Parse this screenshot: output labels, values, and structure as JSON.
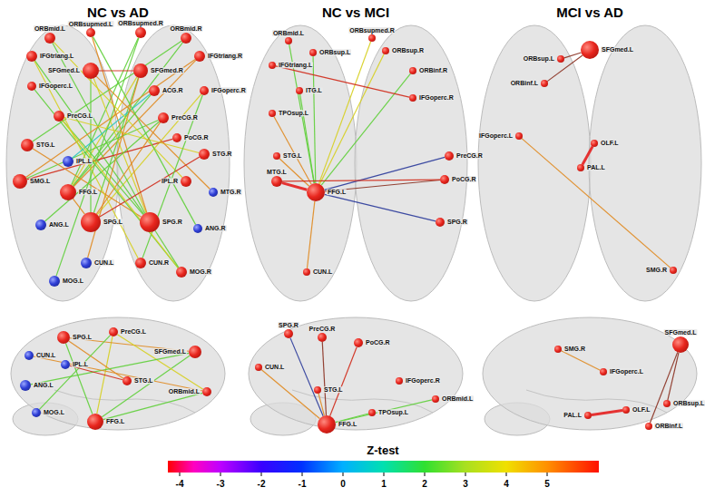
{
  "diagram": {
    "nodes": [
      {
        "text": [
          "ORBmid.L"
        ]
      },
      {
        "text": [
          "ORBsupmed.L"
        ]
      },
      {
        "text": [
          "ORBsupmed.R"
        ]
      },
      {
        "text": [
          "ORBmid.R"
        ]
      },
      {
        "text": [
          "IFGtriang.L"
        ]
      },
      {
        "text": [
          "SFGmed.L"
        ]
      },
      {
        "text": [
          "SFGmed.R"
        ]
      },
      {
        "text": [
          "IFGtriang.R"
        ]
      },
      {
        "text": [
          "IFGoperc.L"
        ]
      },
      {
        "text": [
          "ACG.R"
        ]
      },
      {
        "text": [
          "IFGoperc.R"
        ]
      },
      {
        "text": [
          "PreCG.L"
        ]
      },
      {
        "text": [
          "PreCG.R"
        ]
      },
      {
        "text": [
          "STG.L"
        ]
      },
      {
        "text": [
          "PoCG.R"
        ]
      },
      {
        "text": [
          "STG.R"
        ]
      },
      {
        "text": [
          "SMG.L"
        ]
      },
      {
        "text": [
          "IPL.L"
        ]
      },
      {
        "text": [
          "IPL.R"
        ]
      },
      {
        "text": [
          "FFG.L"
        ]
      },
      {
        "text": [
          "MTG.R"
        ]
      },
      {
        "text": [
          "ANG.L"
        ]
      },
      {
        "text": [
          "SPG.L"
        ]
      },
      {
        "text": [
          "SPG.R"
        ]
      },
      {
        "text": [
          "ANG.R"
        ]
      },
      {
        "text": [
          "CUN.L"
        ]
      },
      {
        "text": [
          "CUN.R"
        ]
      },
      {
        "text": [
          "MOG.L"
        ]
      },
      {
        "text": [
          "MOG.R"
        ]
      },
      {
        "text": [
          "SPG.L"
        ]
      },
      {
        "text": [
          "PreCG.L"
        ]
      },
      {
        "text": [
          "CUN.L"
        ]
      },
      {
        "text": [
          "IPL.L"
        ]
      },
      {
        "text": [
          "SFGmed.L"
        ]
      },
      {
        "text": [
          "ANG.L"
        ]
      },
      {
        "text": [
          "STG.L"
        ]
      },
      {
        "text": [
          "ORBmid.L"
        ]
      },
      {
        "text": [
          "MOG.L"
        ]
      },
      {
        "text": [
          "FFG.L"
        ]
      },
      {
        "text": [
          "ORBmid.L"
        ]
      },
      {
        "text": [
          "ORBsup.L"
        ]
      },
      {
        "text": [
          "ORBsupmed.R"
        ]
      },
      {
        "text": [
          "ORBsup.R"
        ]
      },
      {
        "text": [
          "ORBinf.R"
        ]
      },
      {
        "text": [
          "IFGtriang.L"
        ]
      },
      {
        "text": [
          "ITG.L"
        ]
      },
      {
        "text": [
          "TPOsup.L"
        ]
      },
      {
        "text": [
          "IFGoperc.R"
        ]
      },
      {
        "text": [
          "PreCG.R"
        ]
      },
      {
        "text": [
          "STG.L"
        ]
      },
      {
        "text": [
          "PoCG.R"
        ]
      },
      {
        "text": [
          "MTG.L"
        ]
      },
      {
        "text": [
          "FFG.L"
        ]
      },
      {
        "text": [
          "SPG.R"
        ]
      },
      {
        "text": [
          "CUN.L"
        ]
      },
      {
        "text": [
          "SPG.R"
        ]
      },
      {
        "text": [
          "PreCG.R"
        ]
      },
      {
        "text": [
          "PoCG.R"
        ]
      },
      {
        "text": [
          "CUN.L"
        ]
      },
      {
        "text": [
          "STG.L"
        ]
      },
      {
        "text": [
          "IFGoperc.R"
        ]
      },
      {
        "text": [
          "TPOsup.L"
        ]
      },
      {
        "text": [
          "ORBmid.L"
        ]
      },
      {
        "text": [
          "FFG.L"
        ]
      },
      {
        "text": [
          "SFGmed.L"
        ]
      },
      {
        "text": [
          "ORBsup.L"
        ]
      },
      {
        "text": [
          "ORBinf.L"
        ]
      },
      {
        "text": [
          "IFGoperc.L"
        ]
      },
      {
        "text": [
          "OLF.L"
        ]
      },
      {
        "text": [
          "PAL.L"
        ]
      },
      {
        "text": [
          "SMG.R"
        ]
      },
      {
        "text": [
          "SMG.R"
        ]
      },
      {
        "text": [
          "SFGmed.L"
        ]
      },
      {
        "text": [
          "IFGoperc.L"
        ]
      },
      {
        "text": [
          "PAL.L"
        ]
      },
      {
        "text": [
          "OLF.L"
        ]
      },
      {
        "text": [
          "ORBsup.L"
        ]
      },
      {
        "text": [
          "ORBinf.L"
        ]
      }
    ],
    "edges": [
      {
        "from": 19,
        "to": 2,
        "arrow": "none"
      },
      {
        "from": 19,
        "to": 3,
        "arrow": "none"
      },
      {
        "from": 19,
        "to": 6,
        "arrow": "none"
      },
      {
        "from": 19,
        "to": 9,
        "arrow": "none"
      },
      {
        "from": 19,
        "to": 7,
        "arrow": "none"
      },
      {
        "from": 22,
        "to": 5,
        "arrow": "none"
      },
      {
        "from": 22,
        "to": 6,
        "arrow": "none"
      },
      {
        "from": 22,
        "to": 10,
        "arrow": "none"
      },
      {
        "from": 23,
        "to": 4,
        "arrow": "none"
      },
      {
        "from": 23,
        "to": 5,
        "arrow": "none"
      },
      {
        "from": 23,
        "to": 1,
        "arrow": "none"
      },
      {
        "from": 23,
        "to": 0,
        "arrow": "none"
      },
      {
        "from": 16,
        "to": 7,
        "arrow": "none"
      },
      {
        "from": 16,
        "to": 12,
        "arrow": "none"
      },
      {
        "from": 16,
        "to": 14,
        "arrow": "none"
      },
      {
        "from": 13,
        "to": 3,
        "arrow": "none"
      },
      {
        "from": 13,
        "to": 23,
        "arrow": "none"
      },
      {
        "from": 11,
        "to": 15,
        "arrow": "none"
      },
      {
        "from": 11,
        "to": 23,
        "arrow": "none"
      },
      {
        "from": 8,
        "to": 28,
        "arrow": "none"
      },
      {
        "from": 4,
        "to": 26,
        "arrow": "none"
      },
      {
        "from": 17,
        "to": 9,
        "arrow": "none"
      },
      {
        "from": 21,
        "to": 12,
        "arrow": "none"
      },
      {
        "from": 25,
        "to": 6,
        "arrow": "none"
      },
      {
        "from": 27,
        "to": 2,
        "arrow": "none"
      },
      {
        "from": 18,
        "to": 0,
        "arrow": "none"
      },
      {
        "from": 20,
        "to": 5,
        "arrow": "none"
      },
      {
        "from": 24,
        "to": 1,
        "arrow": "none"
      },
      {
        "from": 15,
        "to": 22,
        "arrow": "none"
      },
      {
        "from": 12,
        "to": 22,
        "arrow": "none"
      },
      {
        "from": 26,
        "to": 10,
        "arrow": "none"
      },
      {
        "from": 28,
        "to": 11,
        "arrow": "none"
      },
      {
        "from": 5,
        "to": 6,
        "arrow": "none"
      },
      {
        "from": 19,
        "to": 22,
        "arrow": "none"
      },
      {
        "from": 23,
        "to": 28,
        "arrow": "none"
      },
      {
        "from": 38,
        "to": 29,
        "arrow": "none"
      },
      {
        "from": 38,
        "to": 30,
        "arrow": "none"
      },
      {
        "from": 38,
        "to": 33,
        "arrow": "none"
      },
      {
        "from": 38,
        "to": 36,
        "arrow": "none"
      },
      {
        "from": 29,
        "to": 33,
        "arrow": "none"
      },
      {
        "from": 30,
        "to": 36,
        "arrow": "none"
      },
      {
        "from": 35,
        "to": 29,
        "arrow": "none"
      },
      {
        "from": 34,
        "to": 33,
        "arrow": "none"
      },
      {
        "from": 31,
        "to": 36,
        "arrow": "none"
      },
      {
        "from": 37,
        "to": 30,
        "arrow": "none"
      },
      {
        "from": 32,
        "to": 35,
        "arrow": "none"
      },
      {
        "from": 52,
        "to": 39,
        "arrow": "none"
      },
      {
        "from": 52,
        "to": 40,
        "arrow": "none"
      },
      {
        "from": 52,
        "to": 41,
        "arrow": "none"
      },
      {
        "from": 52,
        "to": 42,
        "arrow": "none"
      },
      {
        "from": 52,
        "to": 43,
        "arrow": "none"
      },
      {
        "from": 52,
        "to": 45,
        "arrow": "none"
      },
      {
        "from": 52,
        "to": 46,
        "arrow": "none"
      },
      {
        "from": 52,
        "to": 49,
        "arrow": "none"
      },
      {
        "from": 52,
        "to": 51,
        "arrow": "none"
      },
      {
        "from": 52,
        "to": 48,
        "arrow": "none"
      },
      {
        "from": 52,
        "to": 50,
        "arrow": "none"
      },
      {
        "from": 52,
        "to": 53,
        "arrow": "none"
      },
      {
        "from": 52,
        "to": 54,
        "arrow": "none"
      },
      {
        "from": 51,
        "to": 50,
        "arrow": "none"
      },
      {
        "from": 44,
        "to": 47,
        "arrow": "none"
      },
      {
        "from": 63,
        "to": 55,
        "arrow": "none"
      },
      {
        "from": 63,
        "to": 56,
        "arrow": "none"
      },
      {
        "from": 63,
        "to": 57,
        "arrow": "none"
      },
      {
        "from": 63,
        "to": 58,
        "arrow": "none"
      },
      {
        "from": 63,
        "to": 59,
        "arrow": "none"
      },
      {
        "from": 63,
        "to": 61,
        "arrow": "none"
      },
      {
        "from": 63,
        "to": 62,
        "arrow": "none"
      },
      {
        "from": 64,
        "to": 65,
        "arrow": "none"
      },
      {
        "from": 64,
        "to": 66,
        "arrow": "none"
      },
      {
        "from": 68,
        "to": 69,
        "arrow": "none"
      },
      {
        "from": 67,
        "to": 70,
        "arrow": "none"
      },
      {
        "from": 71,
        "to": 73,
        "arrow": "none"
      },
      {
        "from": 74,
        "to": 75,
        "arrow": "none"
      },
      {
        "from": 72,
        "to": 76,
        "arrow": "none"
      },
      {
        "from": 72,
        "to": 77,
        "arrow": "none"
      }
    ],
    "labels": [
      "NC vs AD",
      "NC vs MCI",
      "MCI vs AD",
      "Z-test",
      "-4",
      "-3",
      "-2",
      "-1",
      "0",
      "1",
      "2",
      "3",
      "4",
      "5"
    ]
  }
}
